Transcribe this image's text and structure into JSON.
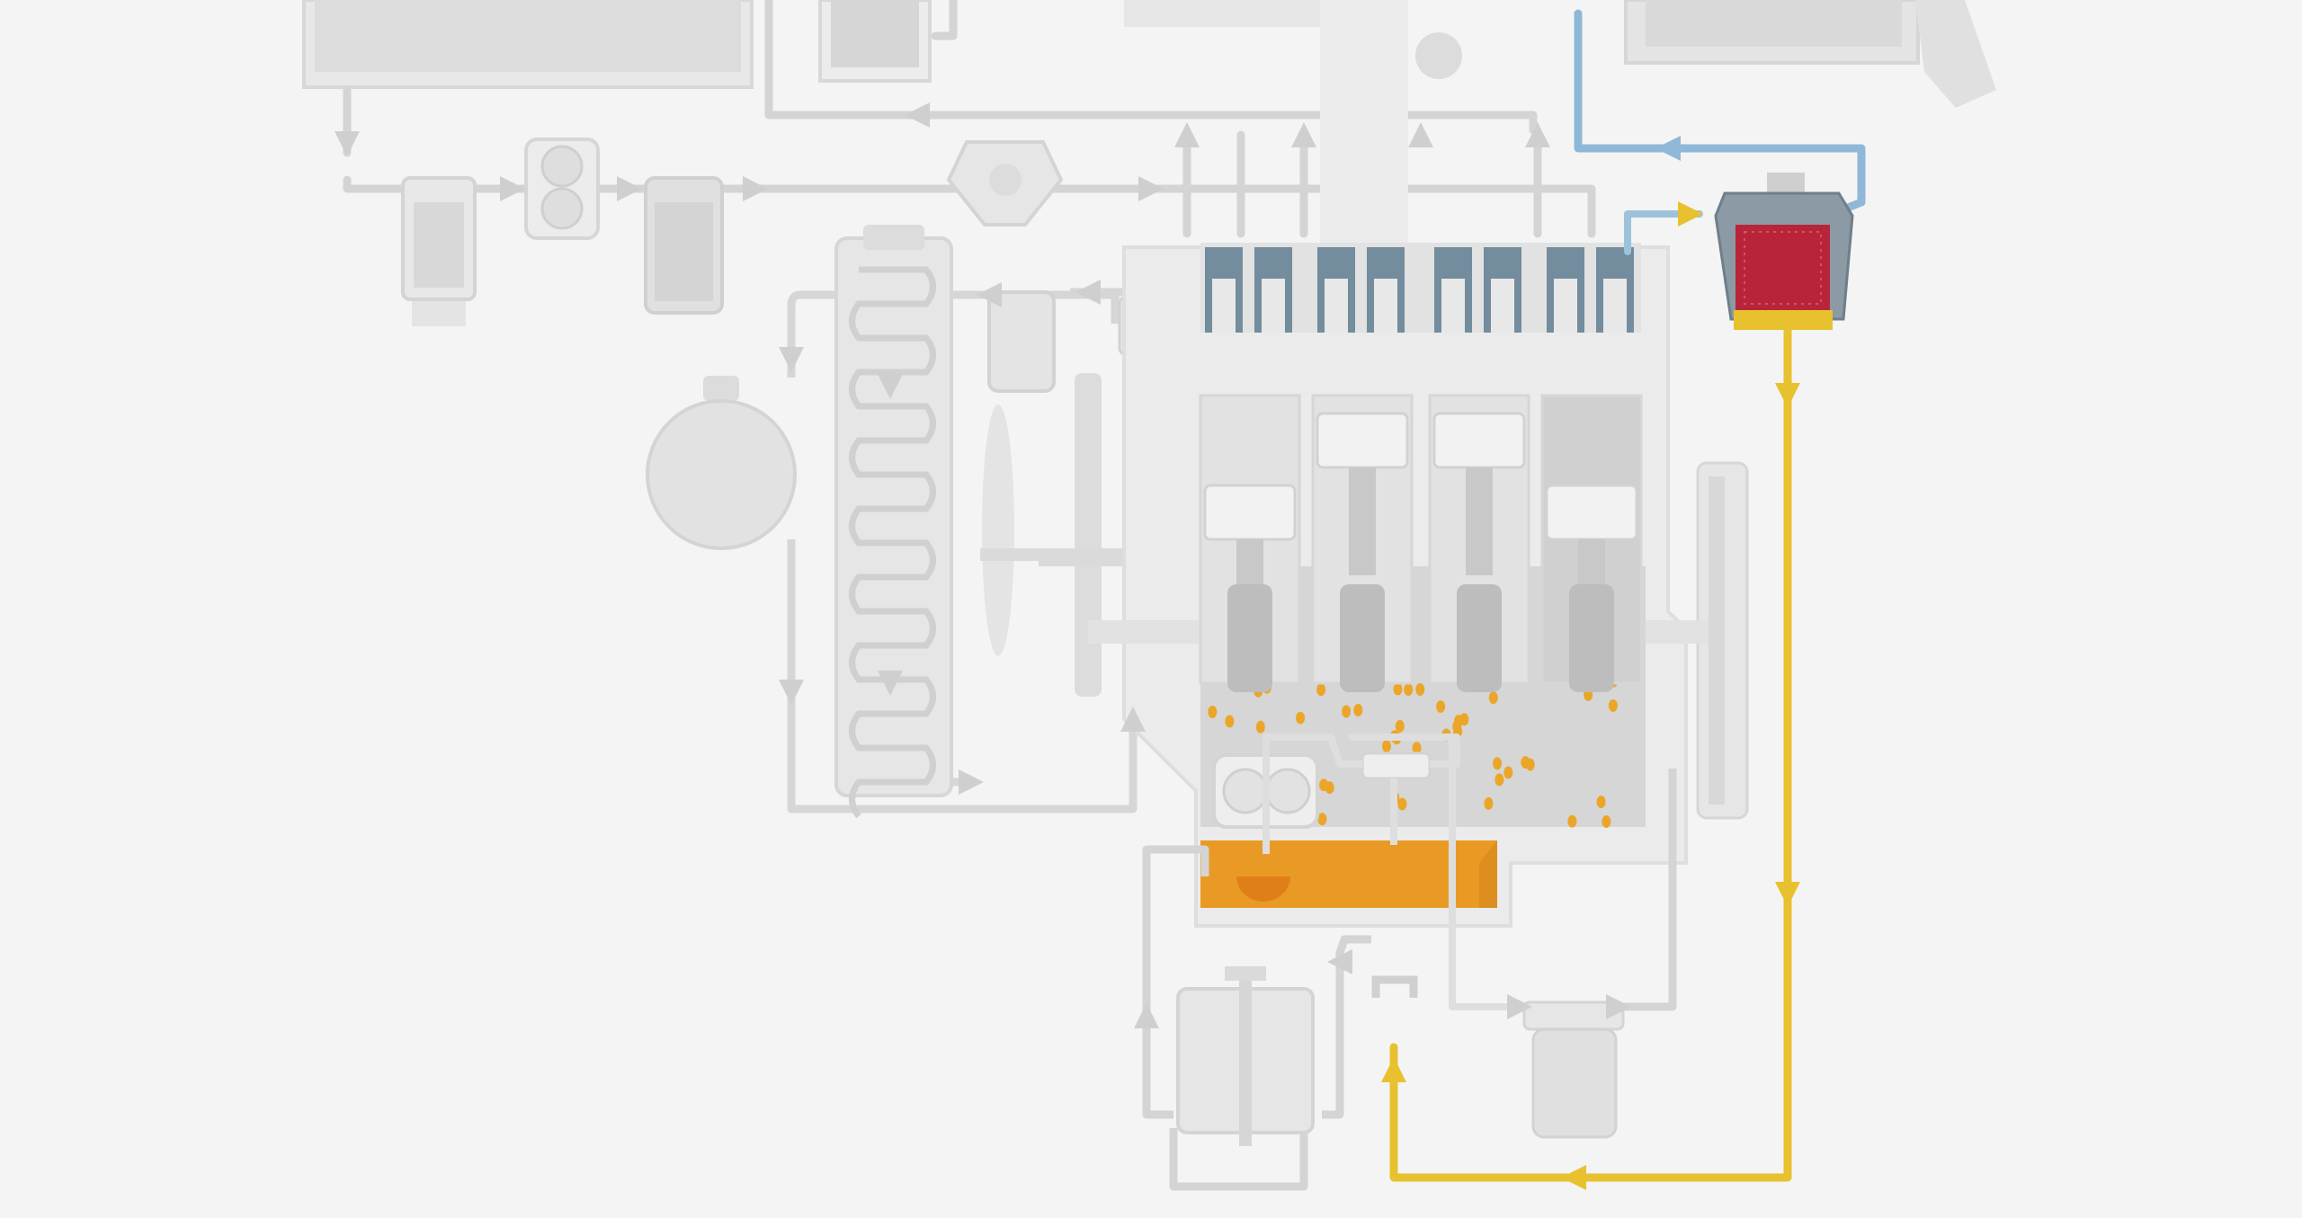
{
  "diagram": {
    "kind": "engine-fluid-circuits",
    "labels": [],
    "colors": {
      "background": "#f4f4f4",
      "component": "#e6e6e6",
      "component_light": "#eeeeee",
      "component_dark": "#c9c9c9",
      "pipe": "#d4d4d4",
      "arrow_gray": "#cfcfcf",
      "oil_flow": "#e8c12e",
      "oil_sump": "#e99a25",
      "oil_drop": "#eba629",
      "coolant_flow": "#8fb8d8",
      "filter_element": "#b8253a",
      "valve_springs": "#5f7d92"
    },
    "highlighted": [
      "oil-filter",
      "oil-return-line",
      "oil-sump"
    ]
  }
}
